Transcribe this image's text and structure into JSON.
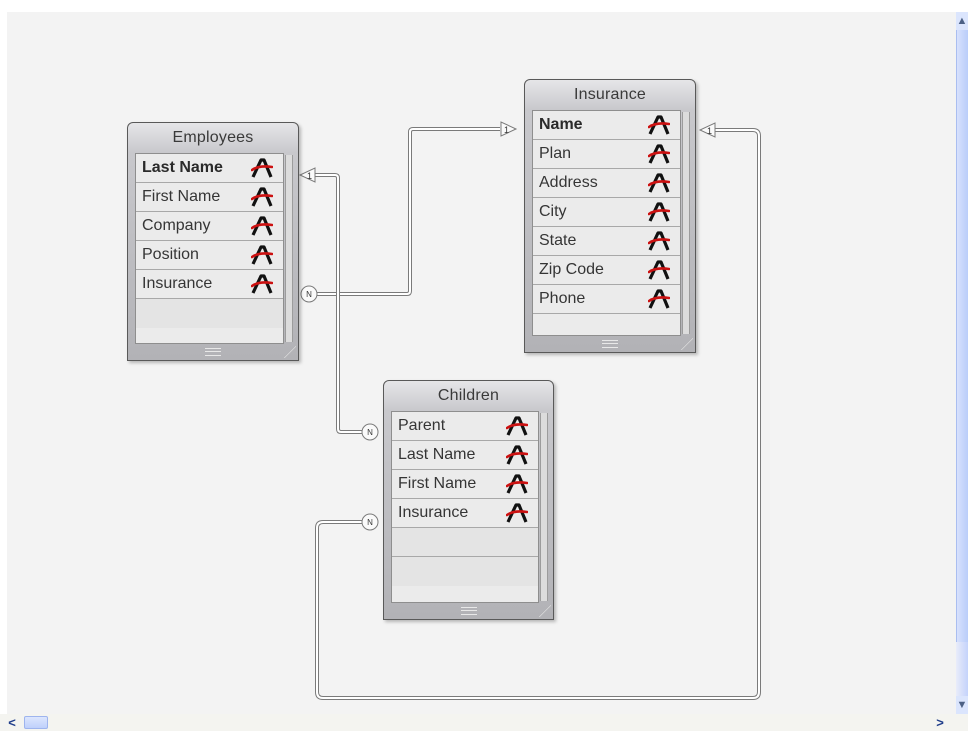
{
  "tables": {
    "employees": {
      "title": "Employees",
      "fields": [
        "Last Name",
        "First Name",
        "Company",
        "Position",
        "Insurance"
      ]
    },
    "insurance": {
      "title": "Insurance",
      "fields": [
        "Name",
        "Plan",
        "Address",
        "City",
        "State",
        "Zip Code",
        "Phone"
      ]
    },
    "children": {
      "title": "Children",
      "fields": [
        "Parent",
        "Last Name",
        "First Name",
        "Insurance"
      ]
    }
  },
  "relations": {
    "one_label": "1",
    "many_label": "N"
  },
  "icons": {
    "field_type": "alpha-text-field-icon",
    "scroll_up": "scroll-up-arrow-icon",
    "scroll_down": "scroll-down-arrow-icon",
    "scroll_left": "scroll-left-arrow-icon",
    "scroll_right": "scroll-right-arrow-icon"
  },
  "colors": {
    "canvas": "#f3f3f3",
    "icon_red": "#cc1111",
    "link_line": "#7a7a7a"
  }
}
